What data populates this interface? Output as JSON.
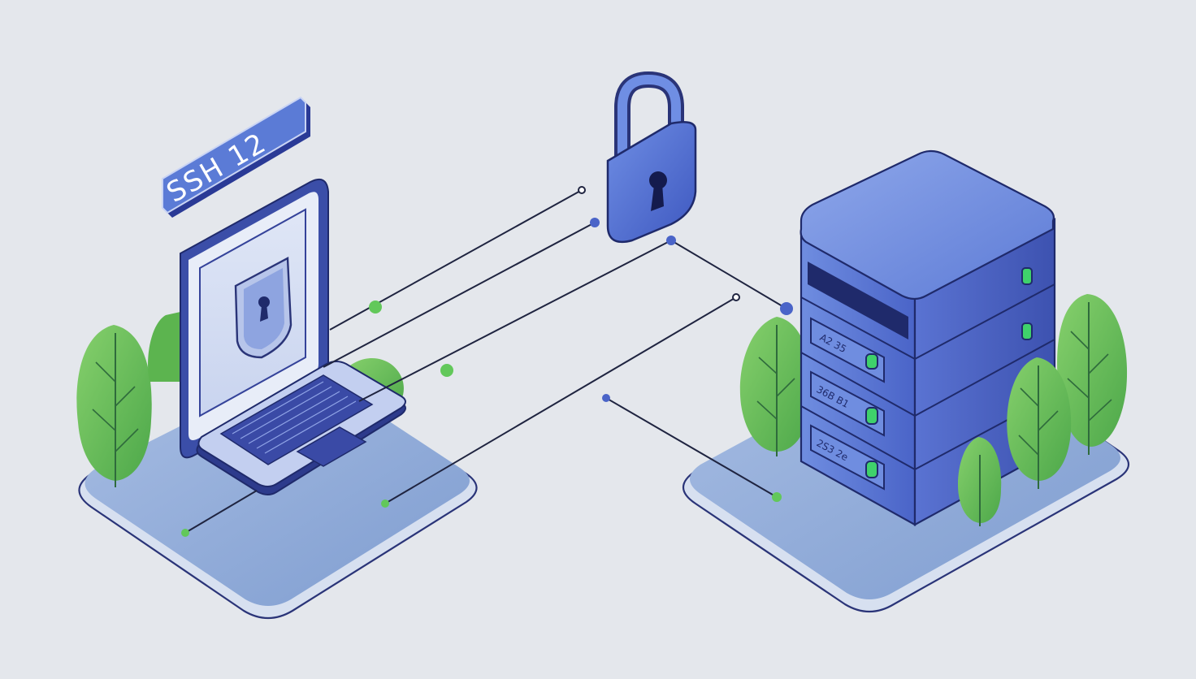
{
  "badge": {
    "text": "SSH 12"
  },
  "server": {
    "units": [
      {
        "label": "A2 35"
      },
      {
        "label": "36B B1"
      },
      {
        "label": "2S3 2e"
      }
    ]
  },
  "colors": {
    "background": "#e4e7ec",
    "primary_blue": "#4a64c8",
    "dark_navy": "#1f2a6b",
    "platform": "#8fa9d6",
    "green_node": "#62c85a",
    "tree_green": "#6cbf5a",
    "led_green": "#3fd16b"
  },
  "icons": [
    "laptop-icon",
    "shield-keyhole-icon",
    "padlock-icon",
    "server-rack-icon",
    "tree-icon"
  ]
}
